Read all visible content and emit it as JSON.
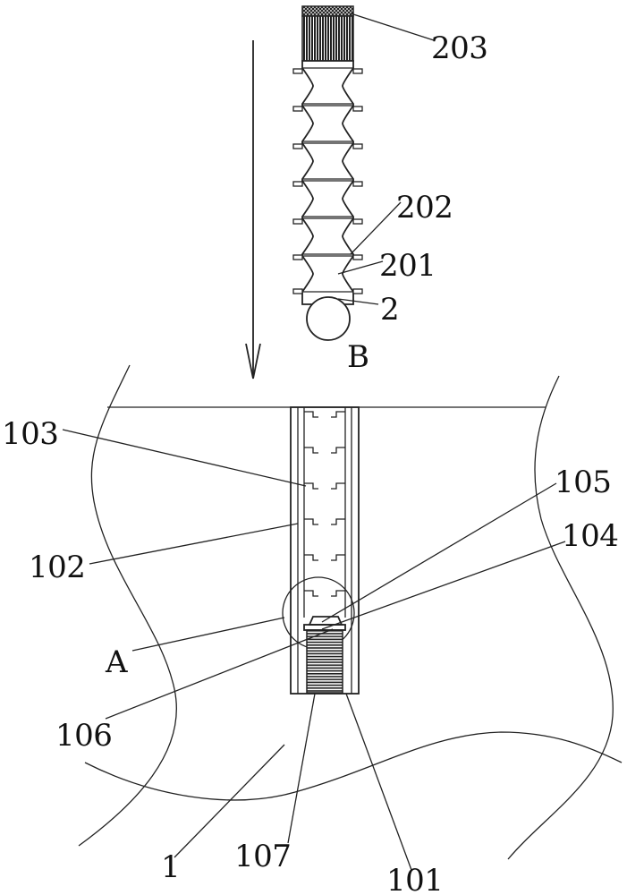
{
  "labels": {
    "n203": "203",
    "n202": "202",
    "n201": "201",
    "n2": "2",
    "nB": "B",
    "n103": "103",
    "n105": "105",
    "n104": "104",
    "n102": "102",
    "nA": "A",
    "n106": "106",
    "n1": "1",
    "n107": "107",
    "n101": "101"
  }
}
